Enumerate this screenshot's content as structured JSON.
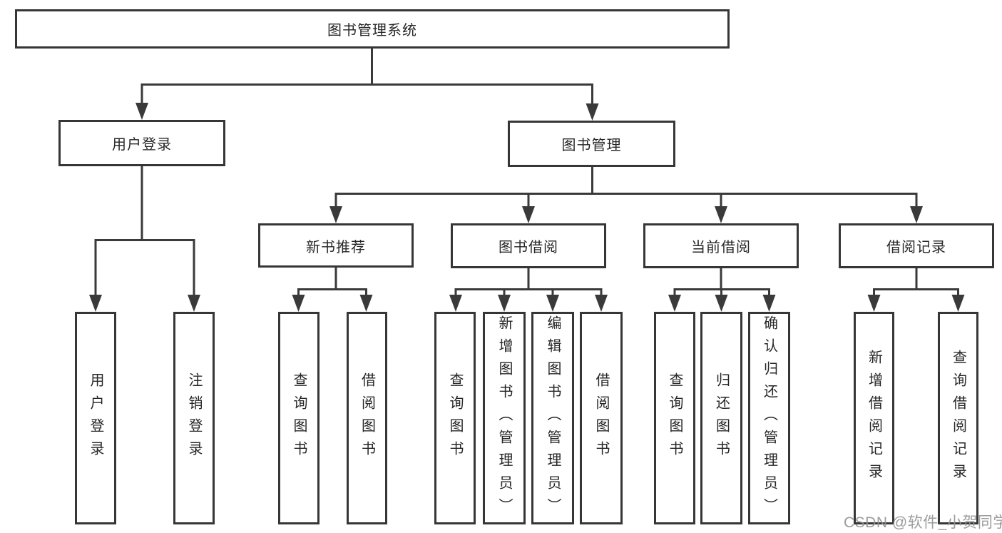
{
  "diagram_type": "hierarchy-tree",
  "colors": {
    "line": "#3a3a3a",
    "box_border": "#363636",
    "box_fill": "#ffffff",
    "text": "#262626",
    "background": "#ffffff",
    "watermark": "#949494"
  },
  "nodes": {
    "root": {
      "label": "图书管理系统"
    },
    "user_login": {
      "label": "用户登录"
    },
    "book_mgmt": {
      "label": "图书管理"
    },
    "new_book_rec": {
      "label": "新书推荐"
    },
    "book_borrow": {
      "label": "图书借阅"
    },
    "current_borrow": {
      "label": "当前借阅"
    },
    "borrow_records": {
      "label": "借阅记录"
    },
    "leaf_user_login": {
      "label": "用户登录"
    },
    "leaf_logout": {
      "label": "注销登录"
    },
    "leaf_query_book_a": {
      "label": "查询图书"
    },
    "leaf_borrow_book_a": {
      "label": "借阅图书"
    },
    "leaf_query_book_b": {
      "label": "查询图书"
    },
    "leaf_add_book": {
      "label": "新增图书（管理员）"
    },
    "leaf_edit_book": {
      "label": "编辑图书（管理员）"
    },
    "leaf_borrow_book_b": {
      "label": "借阅图书"
    },
    "leaf_query_book_c": {
      "label": "查询图书"
    },
    "leaf_return_book": {
      "label": "归还图书"
    },
    "leaf_confirm_return": {
      "label": "确认归还（管理员）"
    },
    "leaf_add_record": {
      "label": "新增借阅记录"
    },
    "leaf_query_record": {
      "label": "查询借阅记录"
    }
  },
  "edges": [
    [
      "root",
      "user_login"
    ],
    [
      "root",
      "book_mgmt"
    ],
    [
      "user_login",
      "leaf_user_login"
    ],
    [
      "user_login",
      "leaf_logout"
    ],
    [
      "book_mgmt",
      "new_book_rec"
    ],
    [
      "book_mgmt",
      "book_borrow"
    ],
    [
      "book_mgmt",
      "current_borrow"
    ],
    [
      "book_mgmt",
      "borrow_records"
    ],
    [
      "new_book_rec",
      "leaf_query_book_a"
    ],
    [
      "new_book_rec",
      "leaf_borrow_book_a"
    ],
    [
      "book_borrow",
      "leaf_query_book_b"
    ],
    [
      "book_borrow",
      "leaf_add_book"
    ],
    [
      "book_borrow",
      "leaf_edit_book"
    ],
    [
      "book_borrow",
      "leaf_borrow_book_b"
    ],
    [
      "current_borrow",
      "leaf_query_book_c"
    ],
    [
      "current_borrow",
      "leaf_return_book"
    ],
    [
      "current_borrow",
      "leaf_confirm_return"
    ],
    [
      "borrow_records",
      "leaf_add_record"
    ],
    [
      "borrow_records",
      "leaf_query_record"
    ]
  ],
  "watermark": {
    "text": "CSDN @软件_小贺同学"
  }
}
